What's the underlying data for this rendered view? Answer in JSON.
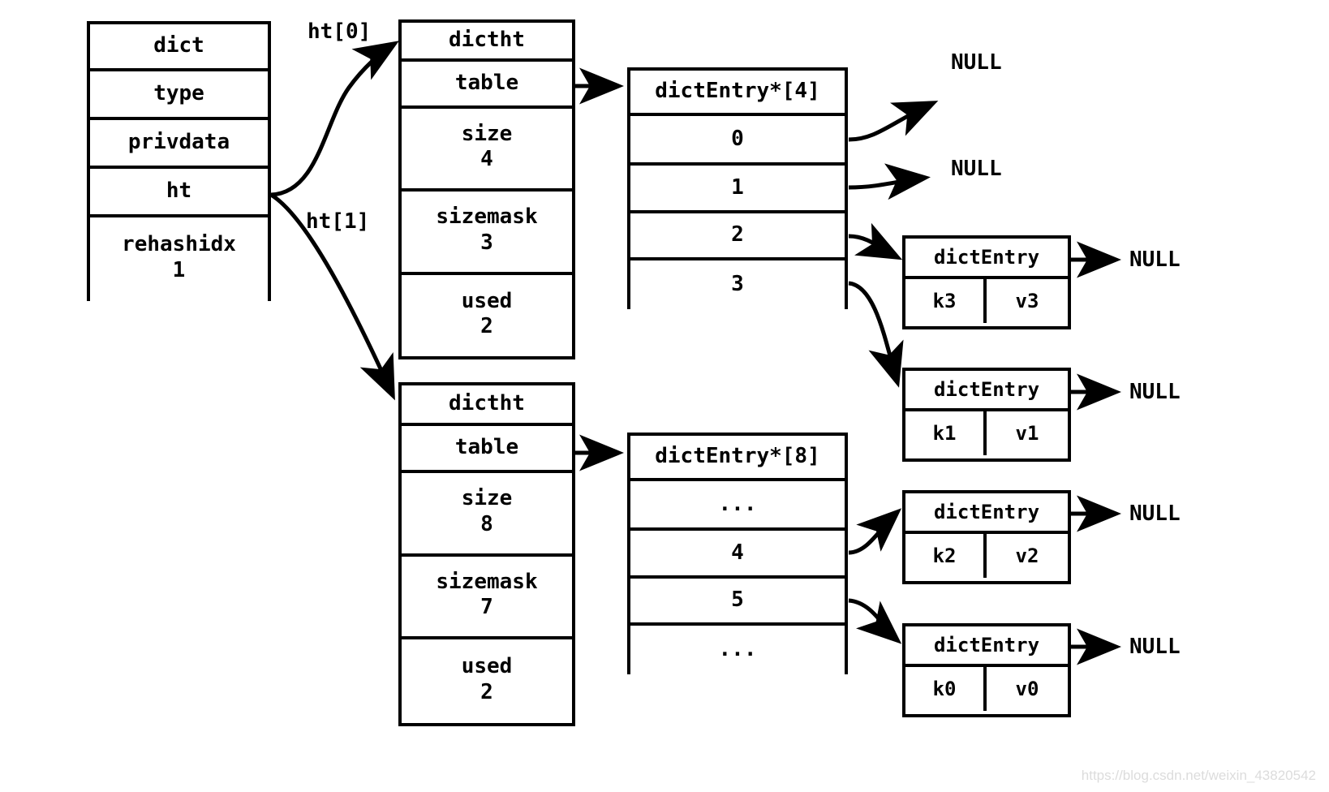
{
  "diagram": {
    "title_text": "",
    "ink_color": "#000000",
    "background_color": "#ffffff",
    "null_label": "NULL",
    "ellipsis": "..."
  },
  "dict_struct": {
    "name": "dict",
    "fields": [
      {
        "label": "type",
        "value": ""
      },
      {
        "label": "privdata",
        "value": ""
      },
      {
        "label": "ht",
        "value": ""
      },
      {
        "label": "rehashidx",
        "value": "1"
      }
    ]
  },
  "pointer_labels": {
    "ht0": "ht[0]",
    "ht1": "ht[1]"
  },
  "hashtables": [
    {
      "name": "dictht",
      "fields": [
        {
          "label": "table",
          "value": ""
        },
        {
          "label": "size",
          "value": "4"
        },
        {
          "label": "sizemask",
          "value": "3"
        },
        {
          "label": "used",
          "value": "2"
        }
      ],
      "table": {
        "name": "dictEntry*[4]",
        "slots": [
          "0",
          "1",
          "2",
          "3"
        ]
      }
    },
    {
      "name": "dictht",
      "fields": [
        {
          "label": "table",
          "value": ""
        },
        {
          "label": "size",
          "value": "8"
        },
        {
          "label": "sizemask",
          "value": "7"
        },
        {
          "label": "used",
          "value": "2"
        }
      ],
      "table": {
        "name": "dictEntry*[8]",
        "slots": [
          "...",
          "4",
          "5",
          "..."
        ]
      }
    }
  ],
  "entries": [
    {
      "name": "dictEntry",
      "key": "k3",
      "value": "v3",
      "next": "NULL"
    },
    {
      "name": "dictEntry",
      "key": "k1",
      "value": "v1",
      "next": "NULL"
    },
    {
      "name": "dictEntry",
      "key": "k2",
      "value": "v2",
      "next": "NULL"
    },
    {
      "name": "dictEntry",
      "key": "k0",
      "value": "v0",
      "next": "NULL"
    }
  ],
  "null_slots": [
    {
      "label": "NULL"
    },
    {
      "label": "NULL"
    }
  ],
  "watermark": {
    "text": "https://blog.csdn.net/weixin_43820542"
  }
}
